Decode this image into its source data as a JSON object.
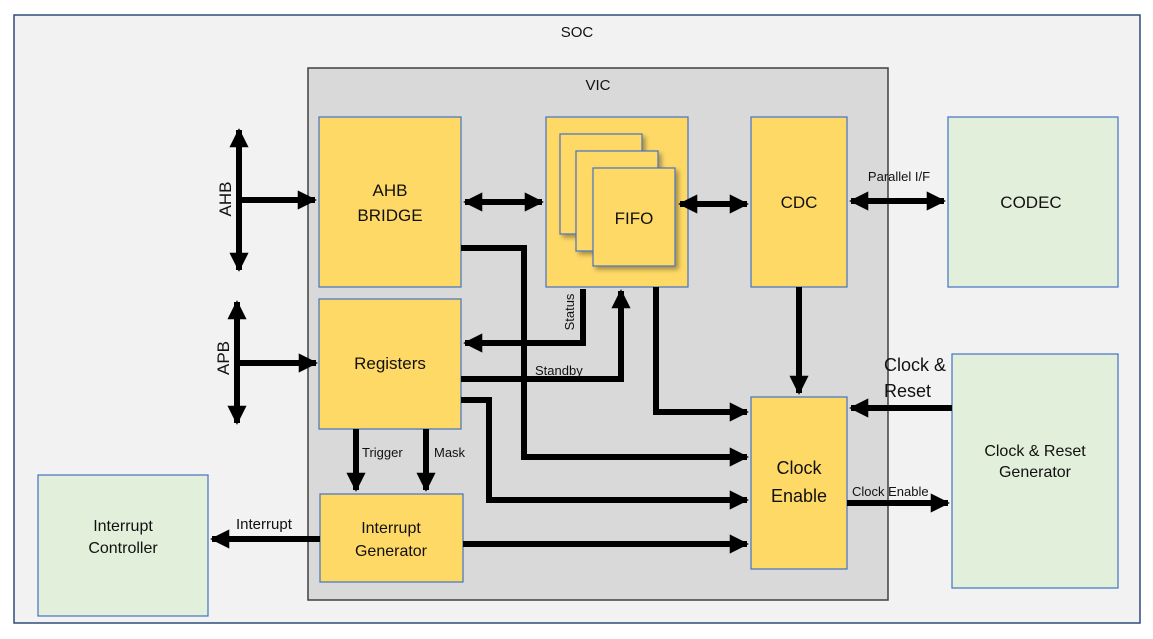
{
  "colors": {
    "soc_fill": "#f2f2f2",
    "soc_border": "#2f4b7c",
    "vic_fill": "#d9d9d9",
    "vic_border": "#404040",
    "block_fill": "#ffd966",
    "block_border": "#4472c4",
    "ext_fill": "#e2efda",
    "ext_border": "#4472c4",
    "arrow": "#000000"
  },
  "soc": {
    "label": "SOC"
  },
  "vic": {
    "label": "VIC"
  },
  "blocks": {
    "ahb_bridge": {
      "line1": "AHB",
      "line2": "BRIDGE"
    },
    "fifo": {
      "label": "FIFO"
    },
    "cdc": {
      "label": "CDC"
    },
    "registers": {
      "label": "Registers"
    },
    "interrupt_generator": {
      "line1": "Interrupt",
      "line2": "Generator"
    },
    "clock_enable": {
      "line1": "Clock",
      "line2": "Enable"
    }
  },
  "external": {
    "codec": {
      "label": "CODEC"
    },
    "clock_reset_generator": {
      "line1": "Clock & Reset",
      "line2": "Generator"
    },
    "interrupt_controller": {
      "line1": "Interrupt",
      "line2": "Controller"
    }
  },
  "signals": {
    "ahb": "AHB",
    "apb": "APB",
    "parallel_if": "Parallel I/F",
    "clock_reset_line1": "Clock &",
    "clock_reset_line2": "Reset",
    "status": "Status",
    "standby": "Standby",
    "trigger": "Trigger",
    "mask": "Mask",
    "interrupt": "Interrupt",
    "clock_enable": "Clock Enable"
  }
}
